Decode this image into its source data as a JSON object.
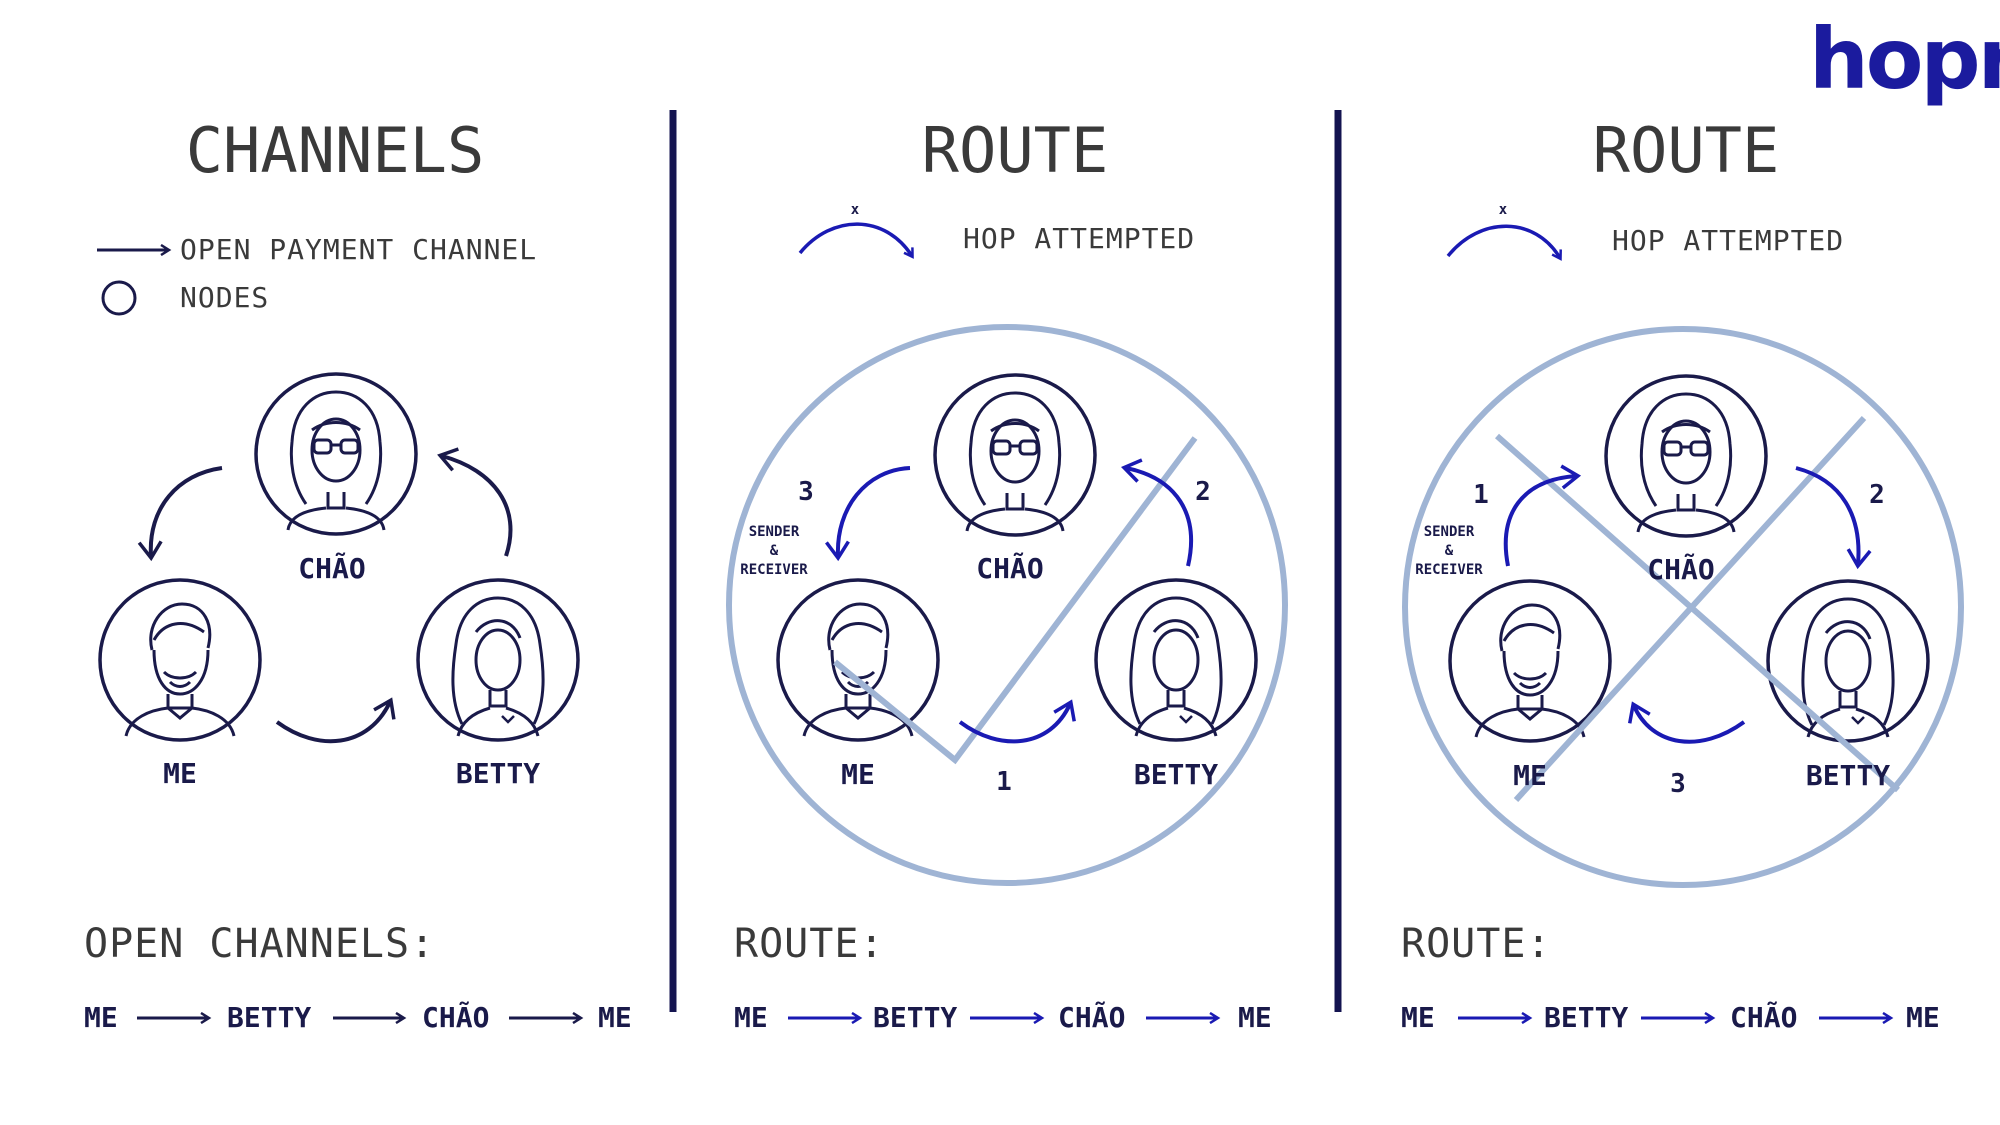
{
  "logo": "hopr",
  "colors": {
    "dark": "#1a1a4a",
    "blue": "#1a1ab3",
    "light": "#9fb4d4"
  },
  "panels": [
    {
      "title": "CHANNELS",
      "legend": {
        "channel": "OPEN PAYMENT CHANNEL",
        "nodes": "NODES"
      },
      "nodes": {
        "top": "CHÃO",
        "left": "ME",
        "right": "BETTY"
      },
      "footer": "OPEN CHANNELS:",
      "path": [
        "ME",
        "BETTY",
        "CHÃO",
        "ME"
      ]
    },
    {
      "title": "ROUTE",
      "legend": {
        "x": "x",
        "hop": "HOP ATTEMPTED"
      },
      "nodes": {
        "top": "CHÃO",
        "left": "ME",
        "right": "BETTY"
      },
      "hops": {
        "bottom": "1",
        "right": "2",
        "left": "3"
      },
      "sender": [
        "SENDER",
        "&",
        "RECEIVER"
      ],
      "footer": "ROUTE:",
      "path": [
        "ME",
        "BETTY",
        "CHÃO",
        "ME"
      ]
    },
    {
      "title": "ROUTE",
      "legend": {
        "x": "x",
        "hop": "HOP ATTEMPTED"
      },
      "nodes": {
        "top": "CHÃO",
        "left": "ME",
        "right": "BETTY"
      },
      "hops": {
        "left": "1",
        "right": "2",
        "bottom": "3"
      },
      "sender": [
        "SENDER",
        "&",
        "RECEIVER"
      ],
      "footer": "ROUTE:",
      "path": [
        "ME",
        "BETTY",
        "CHÃO",
        "ME"
      ]
    }
  ]
}
